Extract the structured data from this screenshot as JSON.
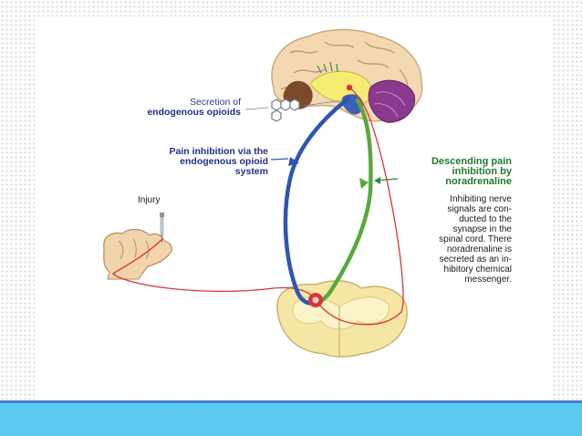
{
  "labels": {
    "secretion_line1": "Secretion of",
    "secretion_line2": "endogenous opioids",
    "inhibition_line1": "Pain inhibition via the",
    "inhibition_line2": "endogenous opioid",
    "inhibition_line3": "system",
    "descending_line1": "Descending pain",
    "descending_line2": "inhibition by",
    "descending_line3": "noradrenaline",
    "injury": "Injury",
    "explain_line1": "Inhibiting nerve",
    "explain_line2": "signals are con-",
    "explain_line3": "ducted to the",
    "explain_line4": "synapse in the",
    "explain_line5": "spinal cord. There",
    "explain_line6": "noradrenaline is",
    "explain_line7": "secreted as an in-",
    "explain_line8": "hibitory chemical",
    "explain_line9": "messenger."
  },
  "colors": {
    "opioid_pathway": "#2f55b3",
    "noradrenaline_pathway": "#5aa83c",
    "pain_signal": "#d8343c",
    "footer": "#5bc9ee"
  }
}
